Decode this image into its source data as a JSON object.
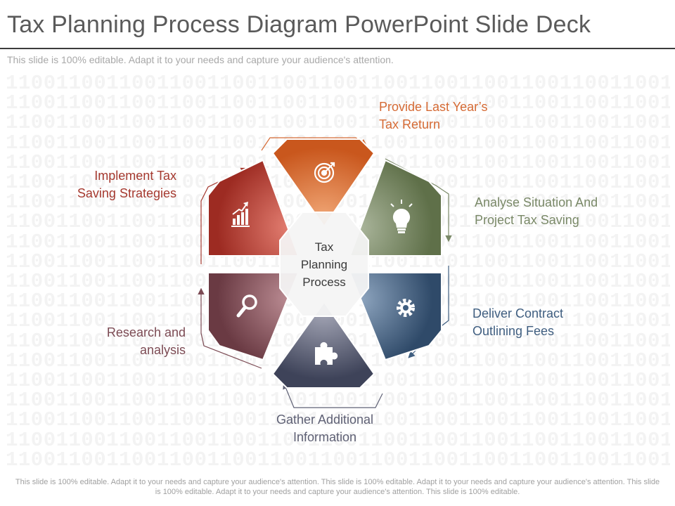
{
  "title": "Tax Planning Process Diagram PowerPoint Slide Deck",
  "subtitle": "This slide is 100% editable. Adapt it to your needs and capture your audience's attention.",
  "background_pattern": "1100110011001100110011001100110011001100110011001100110011",
  "center": {
    "lines": [
      "Tax",
      "Planning",
      "Process"
    ]
  },
  "steps": [
    {
      "lines": [
        "Provide Last Year’s",
        "Tax Return"
      ],
      "color": "#d7662e",
      "text_color": "#d56a34",
      "icon": "target-icon"
    },
    {
      "lines": [
        "Analyse  Situation And",
        "Project Tax Saving"
      ],
      "color": "#6f8059",
      "text_color": "#7a8968",
      "icon": "lightbulb-icon"
    },
    {
      "lines": [
        "Deliver Contract",
        "Outlining  Fees"
      ],
      "color": "#3c5878",
      "text_color": "#3f5e80",
      "icon": "gear-icon"
    },
    {
      "lines": [
        "Gather Additional",
        "Information"
      ],
      "color": "#4c516a",
      "text_color": "#5e6074",
      "icon": "puzzle-icon"
    },
    {
      "lines": [
        "Research and",
        "analysis"
      ],
      "color": "#7a4a52",
      "text_color": "#7b4a53",
      "icon": "magnifier-icon"
    },
    {
      "lines": [
        "Implement  Tax",
        "Saving Strategies"
      ],
      "color": "#b33a31",
      "text_color": "#a5392f",
      "icon": "growth-chart-icon"
    }
  ],
  "footer": "This slide is 100% editable. Adapt it to your needs and capture your audience's attention. This slide is 100% editable. Adapt it to your needs and capture your audience's attention. This slide is 100% editable. Adapt it to your needs and capture your audience's attention. This slide is 100% editable."
}
